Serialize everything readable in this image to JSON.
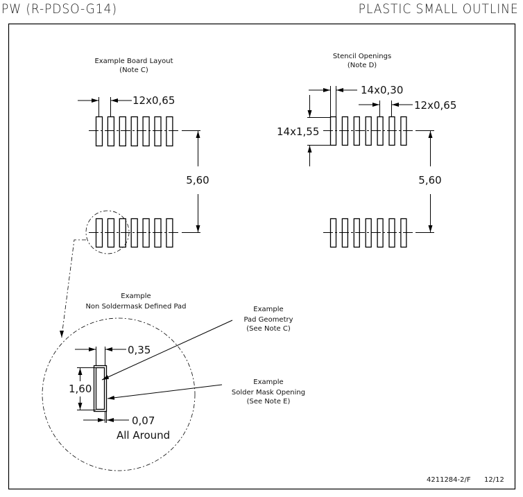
{
  "header": {
    "package_code": "PW (R-PDSO-G14)",
    "package_type": "PLASTIC SMALL OUTLINE"
  },
  "board_layout": {
    "title": "Example Board Layout",
    "note": "(Note C)",
    "pitch_dim": "12x0,65",
    "row_spacing_dim": "5,60",
    "pads_per_row": 7
  },
  "stencil": {
    "title": "Stencil Openings",
    "note": "(Note D)",
    "width_dim": "14x0,30",
    "pitch_dim": "12x0,65",
    "length_dim": "14x1,55",
    "row_spacing_dim": "5,60",
    "pads_per_row": 7
  },
  "detail": {
    "title_line1": "Example",
    "title_line2": "Non Soldermask Defined Pad",
    "pad_width_dim": "0,35",
    "pad_length_dim": "1,60",
    "clearance_dim": "0,07",
    "clearance_note": "All Around",
    "callout_pad": {
      "line1": "Example",
      "line2": "Pad Geometry",
      "line3": "(See Note C)"
    },
    "callout_mask": {
      "line1": "Example",
      "line2": "Solder Mask Opening",
      "line3": "(See Note E)"
    }
  },
  "footer": {
    "drawing_number": "4211284-2/F",
    "date": "12/12"
  }
}
